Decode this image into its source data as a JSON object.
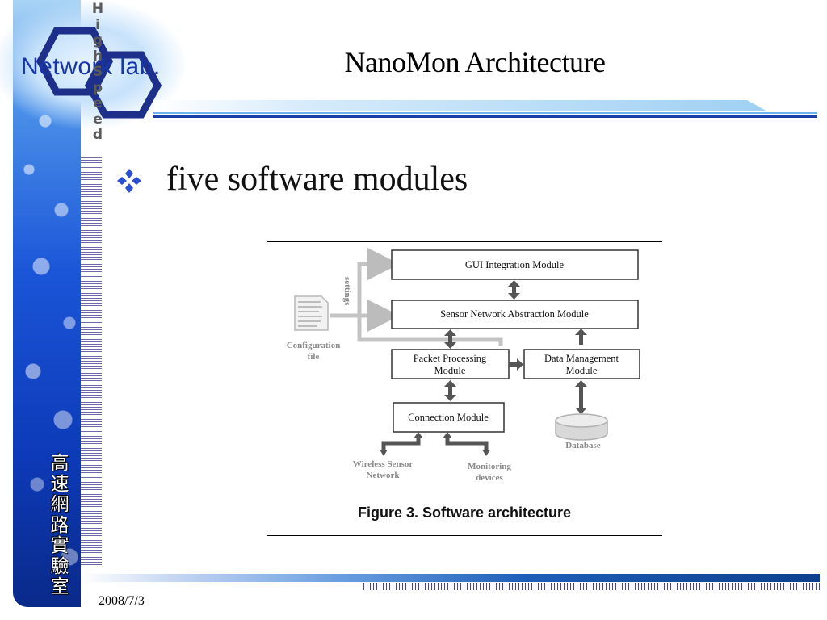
{
  "logo": {
    "text": "Network lab.",
    "vertical_letters": [
      "H",
      "i",
      "g",
      "h",
      "S",
      "p",
      "e",
      "e",
      "d"
    ],
    "cjk_chars": [
      "高",
      "速",
      "網",
      "路",
      "實",
      "驗",
      "室"
    ]
  },
  "slide": {
    "title": "NanoMon Architecture",
    "bullet_icon": "diamond-quad-bullet-icon",
    "bullet": "five software modules"
  },
  "figure": {
    "modules": {
      "gui": "GUI Integration Module",
      "sensor_abstraction": "Sensor Network Abstraction Module",
      "packet_line1": "Packet Processing",
      "packet_line2": "Module",
      "data_line1": "Data Management",
      "data_line2": "Module",
      "connection": "Connection Module"
    },
    "side_labels": {
      "settings": "settings",
      "config_line1": "Configuration",
      "config_line2": "file",
      "database": "Database",
      "wsn_line1": "Wireless Sensor",
      "wsn_line2": "Network",
      "monitor_line1": "Monitoring",
      "monitor_line2": "devices"
    },
    "caption": "Figure 3. Software architecture"
  },
  "footer": {
    "date": "2008/7/3"
  },
  "colors": {
    "accent_blue": "#1b55d8",
    "title_rule": "#1b6fd6"
  }
}
